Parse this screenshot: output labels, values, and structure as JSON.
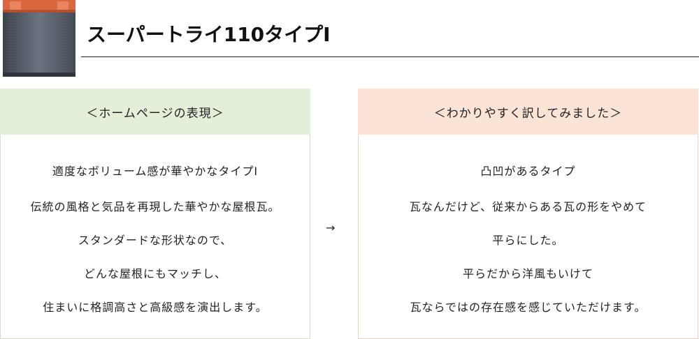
{
  "header": {
    "title": "スーパートライ110タイプⅠ"
  },
  "left_panel": {
    "heading": "＜ホームページの表現＞",
    "lines": [
      "適度なボリューム感が華やかなタイプⅠ",
      "伝統の風格と気品を再現した華やかな屋根瓦。",
      "スタンダードな形状なので、",
      "どんな屋根にもマッチし、",
      "住まいに格調高さと高級感を演出します。"
    ]
  },
  "arrow": "→",
  "right_panel": {
    "heading": "＜わかりやすく訳してみました＞",
    "lines": [
      "凸凹があるタイプ",
      "瓦なんだけど、従来からある瓦の形をやめて",
      "平らにした。",
      "平らだから洋風もいけて",
      "瓦ならではの存在感を感じていただけます。"
    ]
  },
  "colors": {
    "left_heading_bg": "#e3efd8",
    "right_heading_bg": "#fbe4d6",
    "tile_body": "#5a6270",
    "tile_top": "#d9683f"
  }
}
